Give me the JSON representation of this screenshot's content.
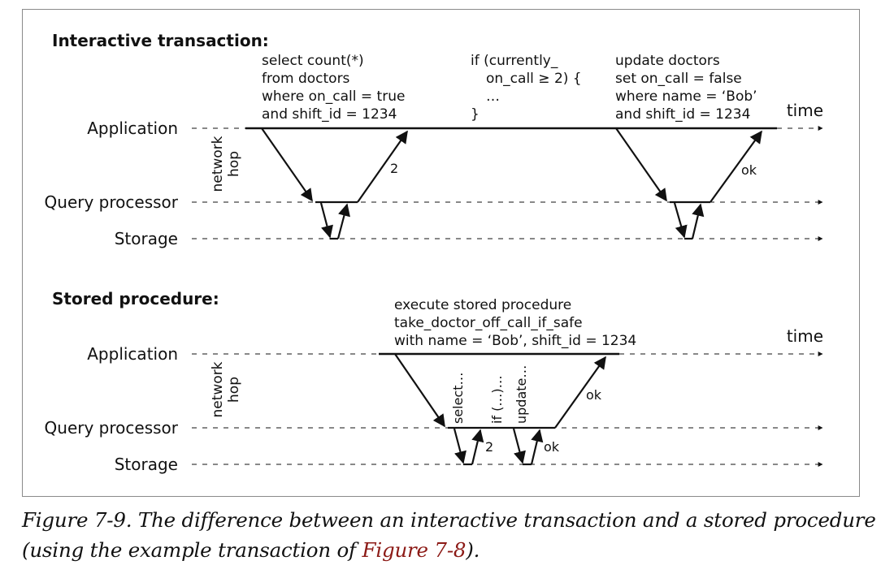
{
  "colors": {
    "ink": "#111111",
    "link": "#8c1a16",
    "frame_border": "#8a8a8a"
  },
  "diagram": {
    "interactive": {
      "heading": "Interactive transaction:",
      "lanes": {
        "application": "Application",
        "query_processor": "Query processor",
        "storage": "Storage",
        "time": "time"
      },
      "network_hop": [
        "network",
        "hop"
      ],
      "query1": [
        "select count(*)",
        "from doctors",
        "where on_call = true",
        "and shift_id = 1234"
      ],
      "if_block": [
        "if (currently_",
        "on_call ≥ 2) {",
        "…",
        "}"
      ],
      "query2": [
        "update doctors",
        "set on_call = false",
        "where name = ‘Bob’",
        "and shift_id = 1234"
      ],
      "response1": "2",
      "response2": "ok"
    },
    "stored": {
      "heading": "Stored procedure:",
      "lanes": {
        "application": "Application",
        "query_processor": "Query processor",
        "storage": "Storage",
        "time": "time"
      },
      "network_hop": [
        "network",
        "hop"
      ],
      "call": [
        "execute stored procedure",
        "take_doctor_off_call_if_safe",
        "with name = ‘Bob’, shift_id = 1234"
      ],
      "steps": [
        "select…",
        "if (…)…",
        "update…"
      ],
      "storage_resp1": "2",
      "storage_resp2": "ok",
      "response": "ok"
    }
  },
  "caption": {
    "text_before": "Figure 7-9. The difference between an interactive transaction and a stored procedure (using the example transaction of ",
    "link": "Figure 7-8",
    "text_after": ")."
  }
}
